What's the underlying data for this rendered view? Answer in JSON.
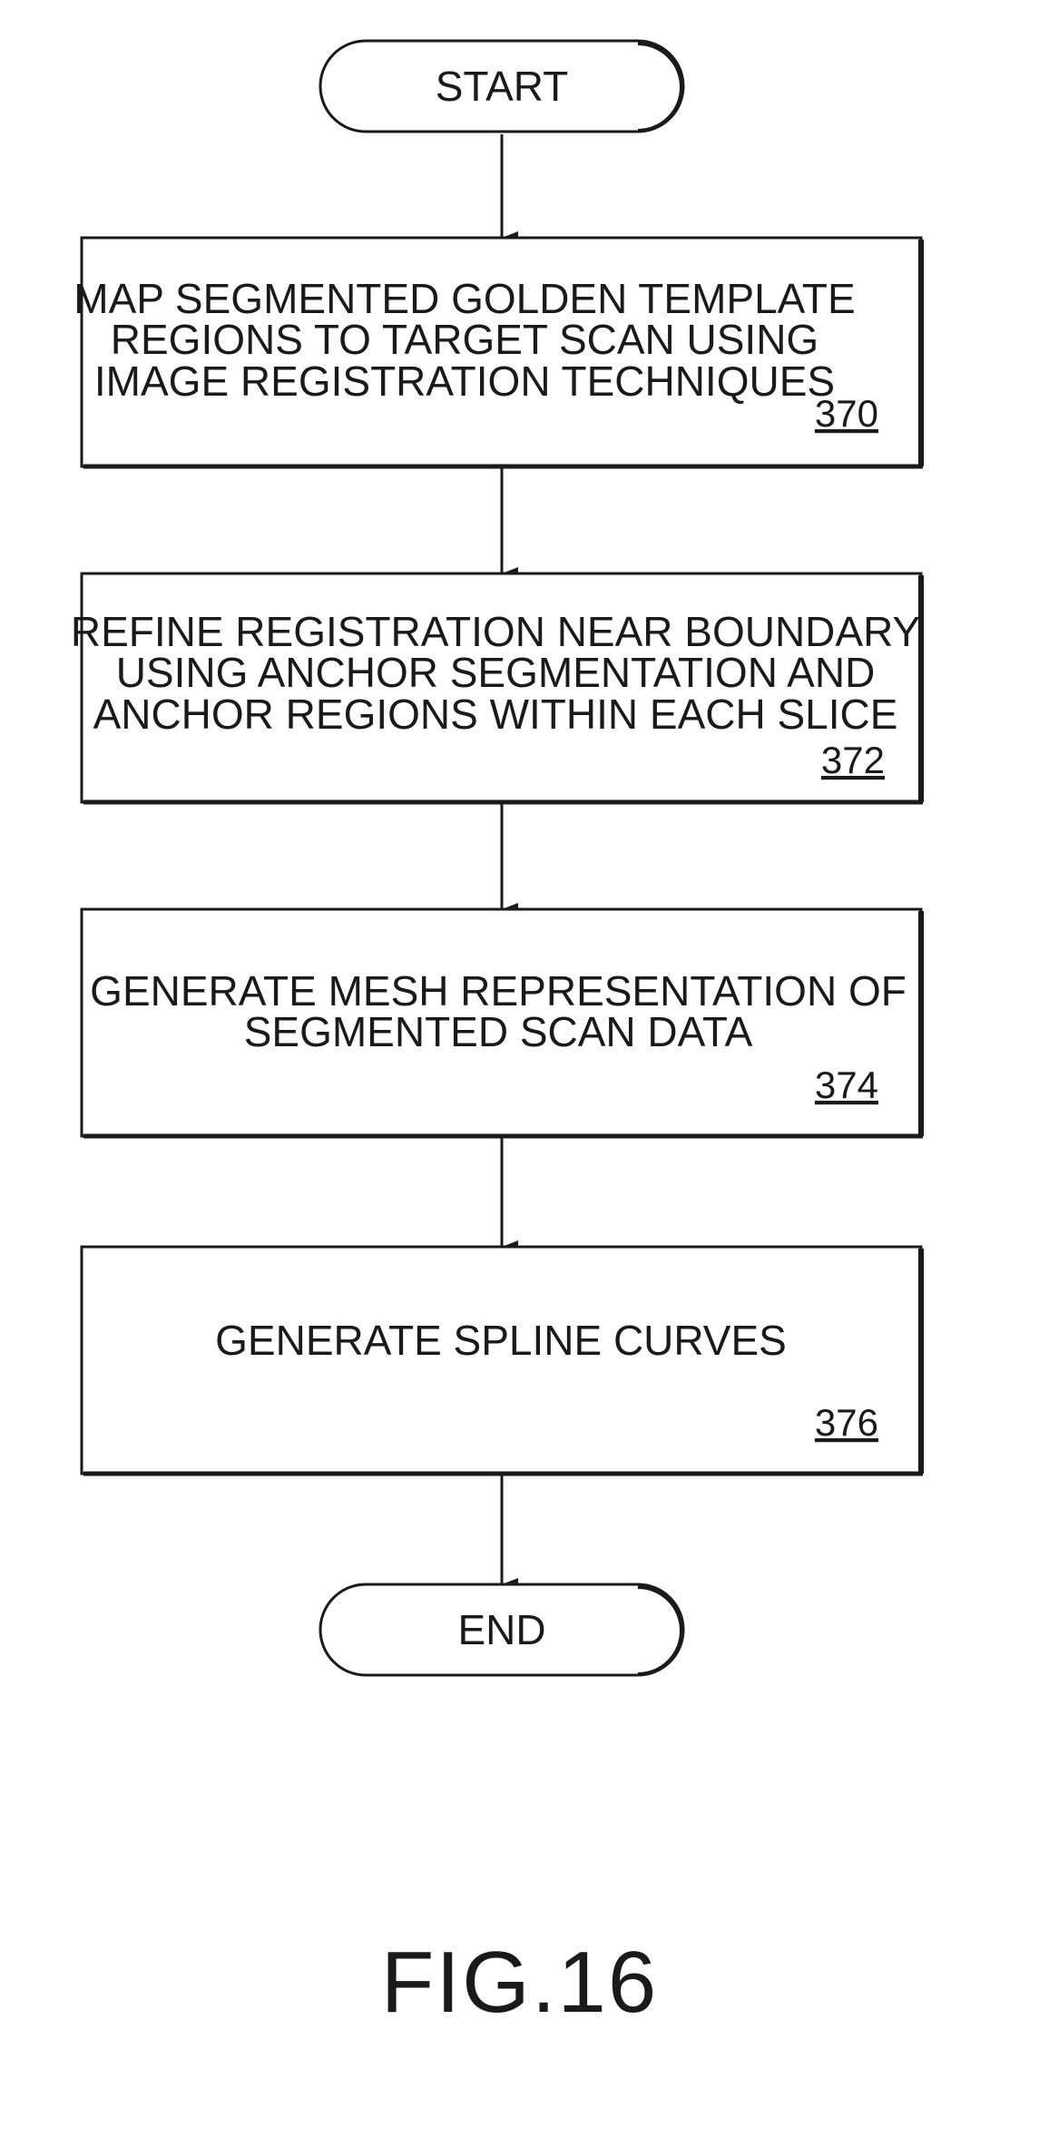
{
  "start": {
    "label": "START"
  },
  "steps": [
    {
      "lines": [
        "MAP SEGMENTED GOLDEN TEMPLATE",
        "REGIONS TO TARGET SCAN USING",
        "IMAGE REGISTRATION TECHNIQUES"
      ],
      "ref": "370"
    },
    {
      "lines": [
        "REFINE REGISTRATION NEAR BOUNDARY",
        "USING ANCHOR SEGMENTATION AND",
        "ANCHOR REGIONS WITHIN EACH SLICE"
      ],
      "ref": "372"
    },
    {
      "lines": [
        "GENERATE MESH REPRESENTATION OF",
        "SEGMENTED SCAN DATA"
      ],
      "ref": "374"
    },
    {
      "lines": [
        "GENERATE SPLINE CURVES"
      ],
      "ref": "376"
    }
  ],
  "end": {
    "label": "END"
  },
  "caption": "FIG.16"
}
